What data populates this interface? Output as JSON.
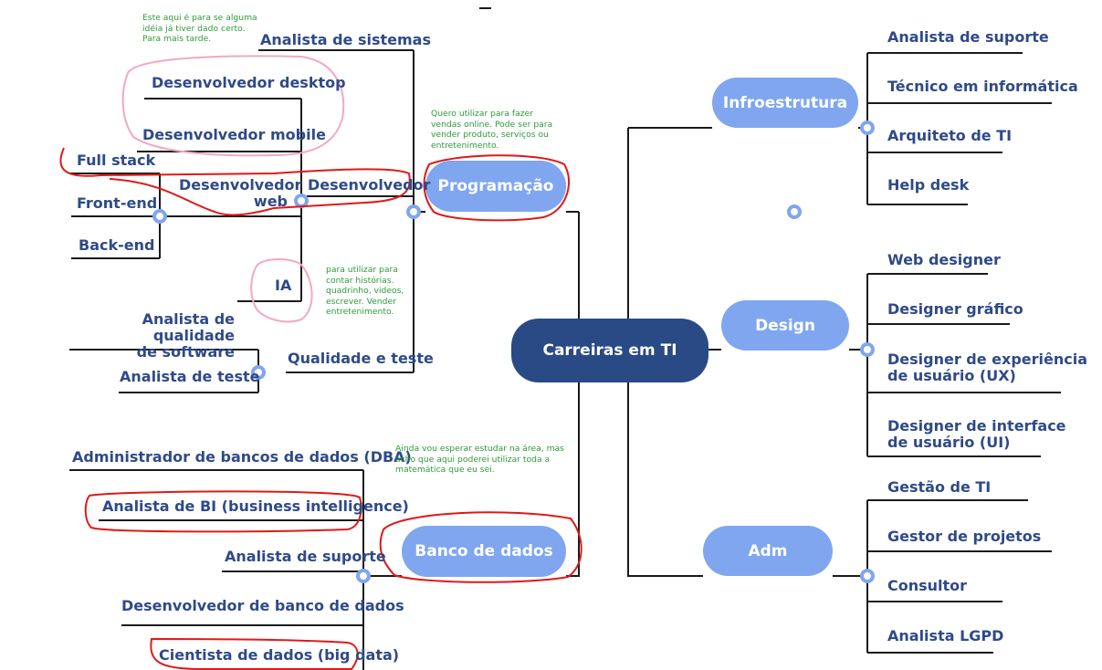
{
  "center": {
    "label": "Carreiras em TI"
  },
  "topics": {
    "programacao": "Programação",
    "banco": "Banco de dados",
    "infra": "Infroestrutura",
    "design": "Design",
    "adm": "Adm"
  },
  "programacao_items": {
    "analista_sistemas": "Analista de sistemas",
    "desenvolvedor": "Desenvolvedor",
    "dev_desktop": "Desenvolvedor desktop",
    "dev_mobile": "Desenvolvedor mobile",
    "dev_web": "Desenvolvedor\nweb",
    "ia": "IA",
    "full_stack": "Full stack",
    "front_end": "Front-end",
    "back_end": "Back-end",
    "qualidade_teste": "Qualidade e teste",
    "analista_qualidade": "Analista de qualidade\nde software",
    "analista_teste": "Analista de teste"
  },
  "banco_items": [
    "Administrador de bancos de dados (DBA)",
    "Analista de BI (business intelligence)",
    "Analista de suporte",
    "Desenvolvedor de banco de dados",
    "Cientista de dados (big data)"
  ],
  "infra_items": [
    "Analista de suporte",
    "Técnico em informática",
    "Arquiteto de TI",
    "Help desk"
  ],
  "design_items": [
    "Web designer",
    "Designer gráfico",
    "Designer de experiência\nde usuário (UX)",
    "Designer de interface\nde usuário (UI)"
  ],
  "adm_items": [
    "Gestão de TI",
    "Gestor de projetos",
    "Consultor",
    "Analista LGPD"
  ],
  "notes": {
    "dev_note": "Este aqui é para se alguma\nidéia já tiver dado certo.\nPara mais tarde.",
    "prog_note": "Quero utilizar para fazer\nvendas online. Pode ser para\nvender produto, serviços ou\nentretenimento.",
    "ia_note": "para utilizar para\ncontar histórias.\nquadrinho, videos,\nescrever. Vender\nentretenimento.",
    "banco_note": "Ainda vou esperar estudar na área, mas\nacho que aqui poderei utilizar toda a\nmatemática que eu sei."
  },
  "colors": {
    "line": "#1a1a1a",
    "label": "#2f4a88",
    "topic": "#7fa6ef",
    "center": "#2a4a86",
    "node_ring": "#7fa6ef",
    "red_mark": "#e01818",
    "pink_mark": "#f2a8c4",
    "note_text": "#2e9a3a"
  }
}
